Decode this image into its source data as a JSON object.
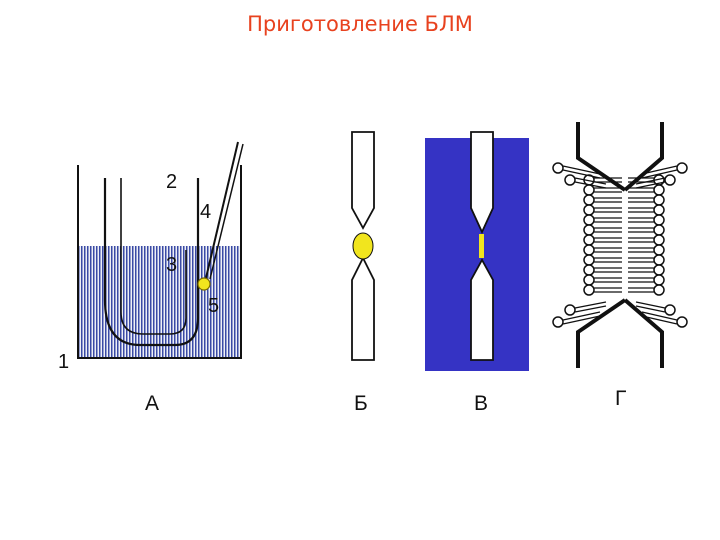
{
  "title": "Приготовление БЛМ",
  "callouts": {
    "n1": "1",
    "n2": "2",
    "n3": "3",
    "n4": "4",
    "n5": "5"
  },
  "panels": {
    "a": "А",
    "b": "Б",
    "v": "В",
    "g": "Г"
  },
  "colors": {
    "title": "#e8421f",
    "solution": "#3a4aa5",
    "blue_panel": "#3533c4",
    "droplet": "#f1e51e"
  },
  "lipid_rows": {
    "count": 12
  }
}
